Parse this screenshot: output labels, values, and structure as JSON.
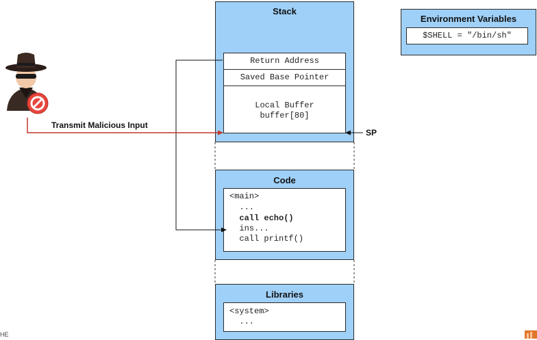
{
  "stack": {
    "title": "Stack",
    "return_address": "Return Address",
    "saved_base_pointer": "Saved Base Pointer",
    "local_buffer_line1": "Local Buffer",
    "local_buffer_line2": "buffer[80]",
    "sp_label": "SP"
  },
  "environment": {
    "title": "Environment Variables",
    "value": "$SHELL = \"/bin/sh\""
  },
  "code": {
    "title": "Code",
    "lines": [
      "<main>",
      "  ...",
      "  call echo()",
      "  ins...",
      "  call printf()"
    ]
  },
  "libraries": {
    "title": "Libraries",
    "lines": [
      "<system>",
      "  ..."
    ]
  },
  "attacker": {
    "arrow_label": "Transmit Malicious Input"
  },
  "footer": {
    "left_fragment": "HE"
  },
  "colors": {
    "panel_fill": "#9fd0f7",
    "attack_arrow": "#c0392b"
  }
}
